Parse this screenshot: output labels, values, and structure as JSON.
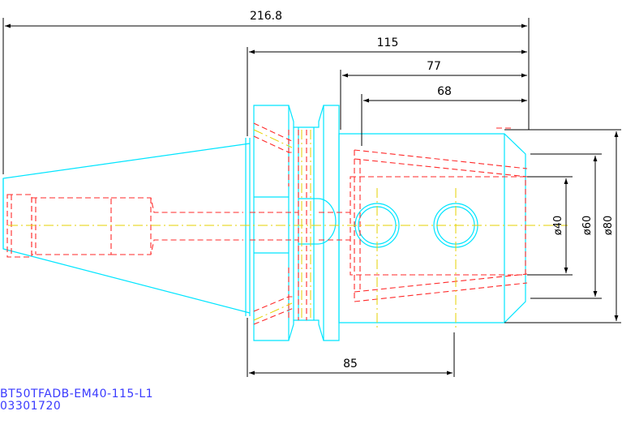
{
  "drawing": {
    "dimensions": {
      "overall_length": "216.8",
      "flange_to_end": "115",
      "body_length": "77",
      "bore_depth": "68",
      "flange_to_hole": "85",
      "bore_diameter": "ø40",
      "mid_diameter": "ø60",
      "outer_diameter": "ø80"
    },
    "part_number": "BT50TFADB-EM40-115-L1",
    "part_code": "03301720",
    "colors": {
      "outline": "#00e5ff",
      "hidden": "#ff2a2a",
      "center": "#e6d200",
      "dimension": "#000000",
      "label": "#3a3aff"
    }
  }
}
